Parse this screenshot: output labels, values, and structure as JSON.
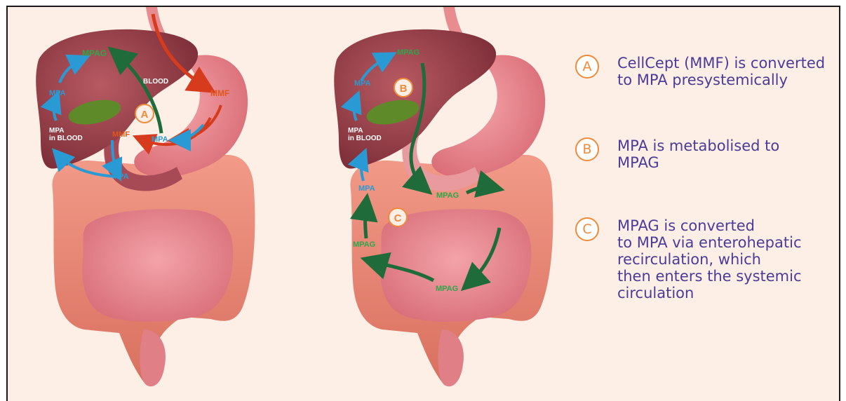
{
  "colors": {
    "panel_bg": "#fdeee6",
    "legend_text": "#4a3c98",
    "badge": "#ef8a3a",
    "green_arrow": "#1f6b3a",
    "blue_arrow": "#2a9ad4",
    "red_arrow": "#d63b1e"
  },
  "left_diagram": {
    "labels": {
      "mpag": "MPAG",
      "blood": "BLOOD",
      "mmf_top": "MMF",
      "mpa_liver": "MPA",
      "mpa_in": "MPA",
      "in_blood": "in BLOOD",
      "mmf_duo": "MMF",
      "mpa_duo": "MPA",
      "mpa_gut": "MPA"
    },
    "badge": "A"
  },
  "right_diagram": {
    "labels": {
      "mpag_top": "MPAG",
      "mpa_liver": "MPA",
      "mpa_in": "MPA",
      "in_blood": "in BLOOD",
      "mpa_colon": "MPA",
      "mpag_colon": "MPAG",
      "mpag_left": "MPAG",
      "mpag_bottom": "MPAG"
    },
    "badge_b": "B",
    "badge_c": "C"
  },
  "legend": [
    {
      "badge": "A",
      "text": "CellCept (MMF) is converted\nto MPA presystemically"
    },
    {
      "badge": "B",
      "text": "MPA is metabolised to\nMPAG"
    },
    {
      "badge": "C",
      "text": "MPAG is converted\nto MPA via enterohepatic\nrecirculation, which\nthen enters the systemic\ncirculation"
    }
  ]
}
